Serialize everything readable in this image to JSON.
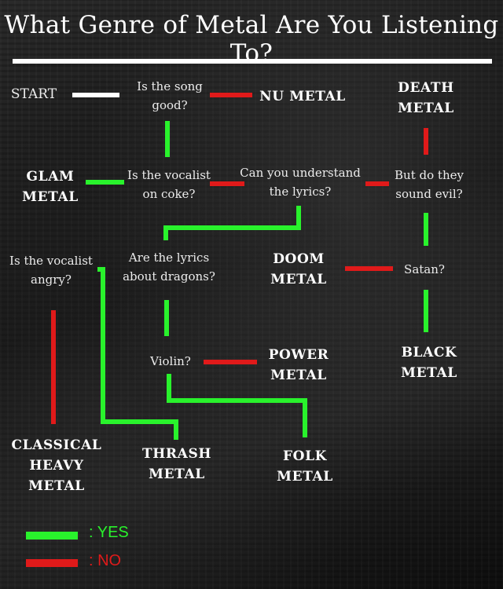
{
  "title": "What Genre of Metal Are You Listening To?",
  "colors": {
    "yes": "#29f22c",
    "no": "#e01a1a",
    "line": "#ffffff",
    "text": "#ececec"
  },
  "nodes": {
    "start": "START",
    "q_good": "Is the song\ngood?",
    "q_coke": "Is the vocalist\non coke?",
    "q_understand": "Can you understand\nthe lyrics?",
    "q_evil": "But do they\nsound evil?",
    "q_angry": "Is the vocalist\nangry?",
    "q_dragons": "Are the lyrics\nabout dragons?",
    "q_satan": "Satan?",
    "q_violin": "Violin?",
    "a_nu": "NU METAL",
    "a_death": "DEATH\nMETAL",
    "a_glam": "GLAM\nMETAL",
    "a_doom": "DOOM\nMETAL",
    "a_black": "BLACK\nMETAL",
    "a_power": "POWER\nMETAL",
    "a_classical": "CLASSICAL\nHEAVY\nMETAL",
    "a_thrash": "THRASH\nMETAL",
    "a_folk": "FOLK\nMETAL"
  },
  "legend": {
    "yes": ": YES",
    "no": ": NO"
  }
}
